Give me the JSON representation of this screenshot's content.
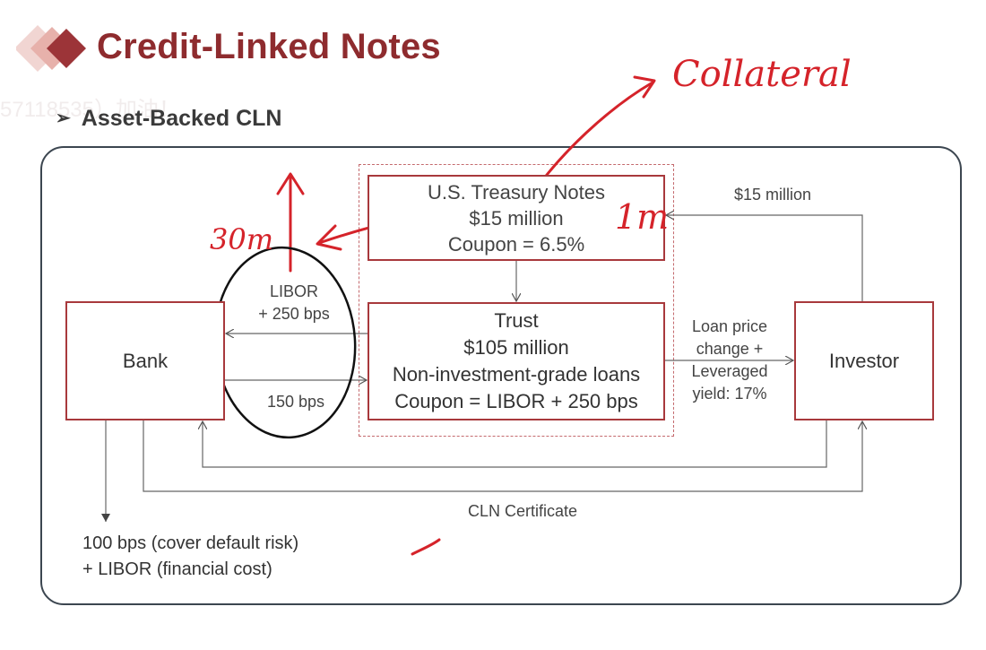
{
  "header": {
    "title": "Credit-Linked Notes",
    "watermark": "57118535）加油！"
  },
  "section": {
    "heading": "Asset-Backed CLN"
  },
  "diagram": {
    "treasury_notes": {
      "line1": "U.S. Treasury Notes",
      "line2": "$15 million",
      "line3": "Coupon = 6.5%"
    },
    "trust": {
      "line1": "Trust",
      "line2": "$105 million",
      "line3": "Non-investment-grade loans",
      "line4": "Coupon = LIBOR + 250 bps"
    },
    "bank": {
      "label": "Bank"
    },
    "investor": {
      "label": "Investor"
    },
    "labels": {
      "libor_line1": "LIBOR",
      "libor_line2": "+ 250 bps",
      "bps150": "150 bps",
      "loan_line1": "Loan price",
      "loan_line2": "change +",
      "loan_line3": "Leveraged",
      "loan_line4": "yield: 17%",
      "investor_funds": "$15 million",
      "cln_certificate": "CLN Certificate",
      "bank_note_line1": "100 bps (cover default risk)",
      "bank_note_line2": "+ LIBOR (financial cost)"
    }
  },
  "annotations": {
    "collateral": "Collateral",
    "thirty_m": "30m",
    "one_m": "1m"
  },
  "colors": {
    "title": "#8e2b2e",
    "box_border": "#a8393c",
    "frame_border": "#3c4650",
    "annotation_red": "#d5232a",
    "annotation_black": "#111111"
  }
}
